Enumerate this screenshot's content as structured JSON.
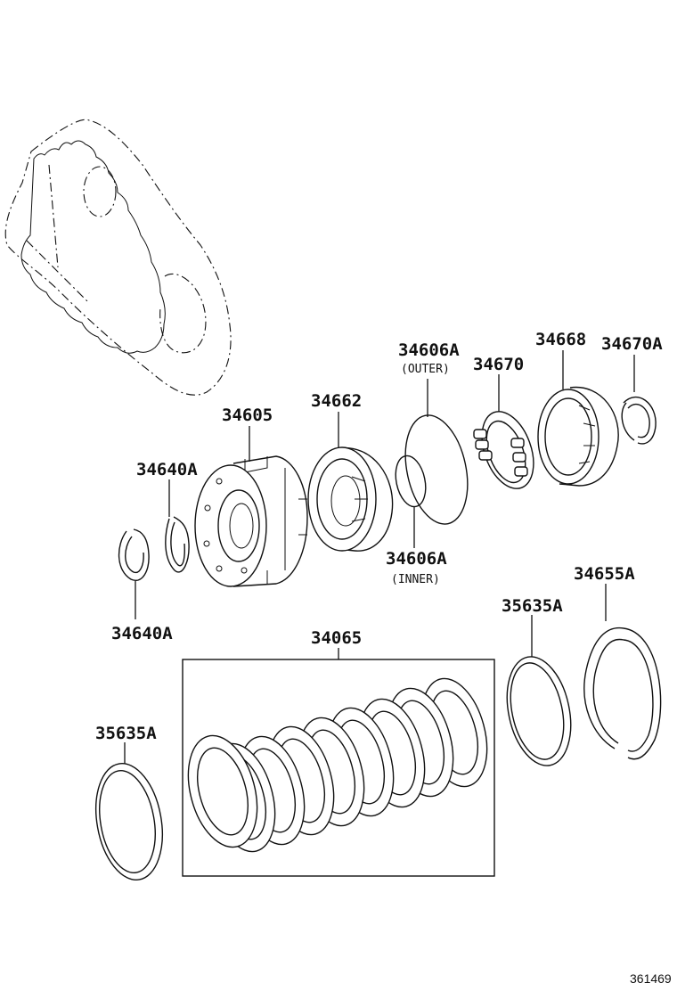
{
  "labels": {
    "p34606A_outer": "34606A",
    "outer_note": "(OUTER)",
    "p34668": "34668",
    "p34670A": "34670A",
    "p34670": "34670",
    "p34662": "34662",
    "p34605": "34605",
    "p34640A_top": "34640A",
    "p34640A_bottom": "34640A",
    "p34606A_inner": "34606A",
    "inner_note": "(INNER)",
    "p35635A_right": "35635A",
    "p34655A": "34655A",
    "p34065": "34065",
    "p35635A_left": "35635A",
    "ref": "361469"
  }
}
